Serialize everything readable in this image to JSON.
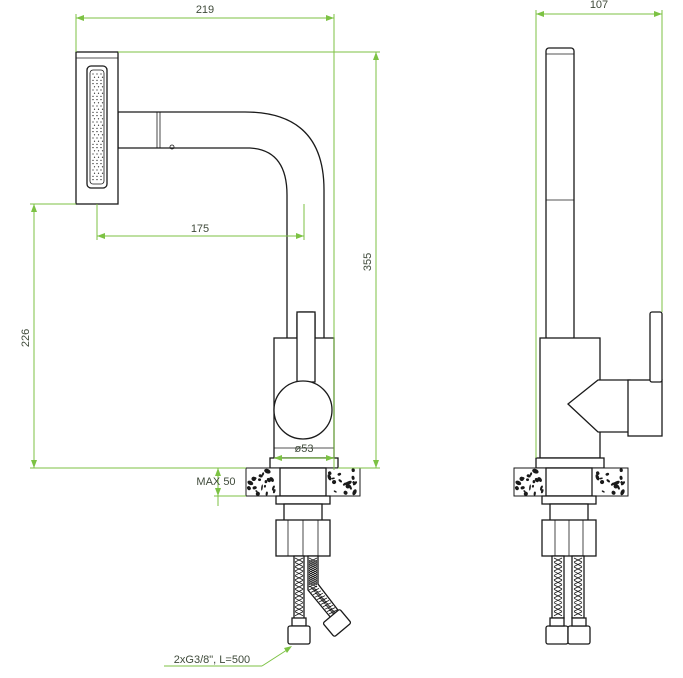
{
  "dimensions": {
    "overall_width": "219",
    "side_depth": "107",
    "spout_reach": "175",
    "overall_height": "355",
    "spout_height": "226",
    "body_diameter": "ø53",
    "max_deck_thickness": "MAX 50",
    "hoses": "2xG3/8\", L=500"
  },
  "colors": {
    "dimension_line": "#7cc243",
    "outline": "#1a1a1a",
    "label_text": "#3f4a3a"
  }
}
